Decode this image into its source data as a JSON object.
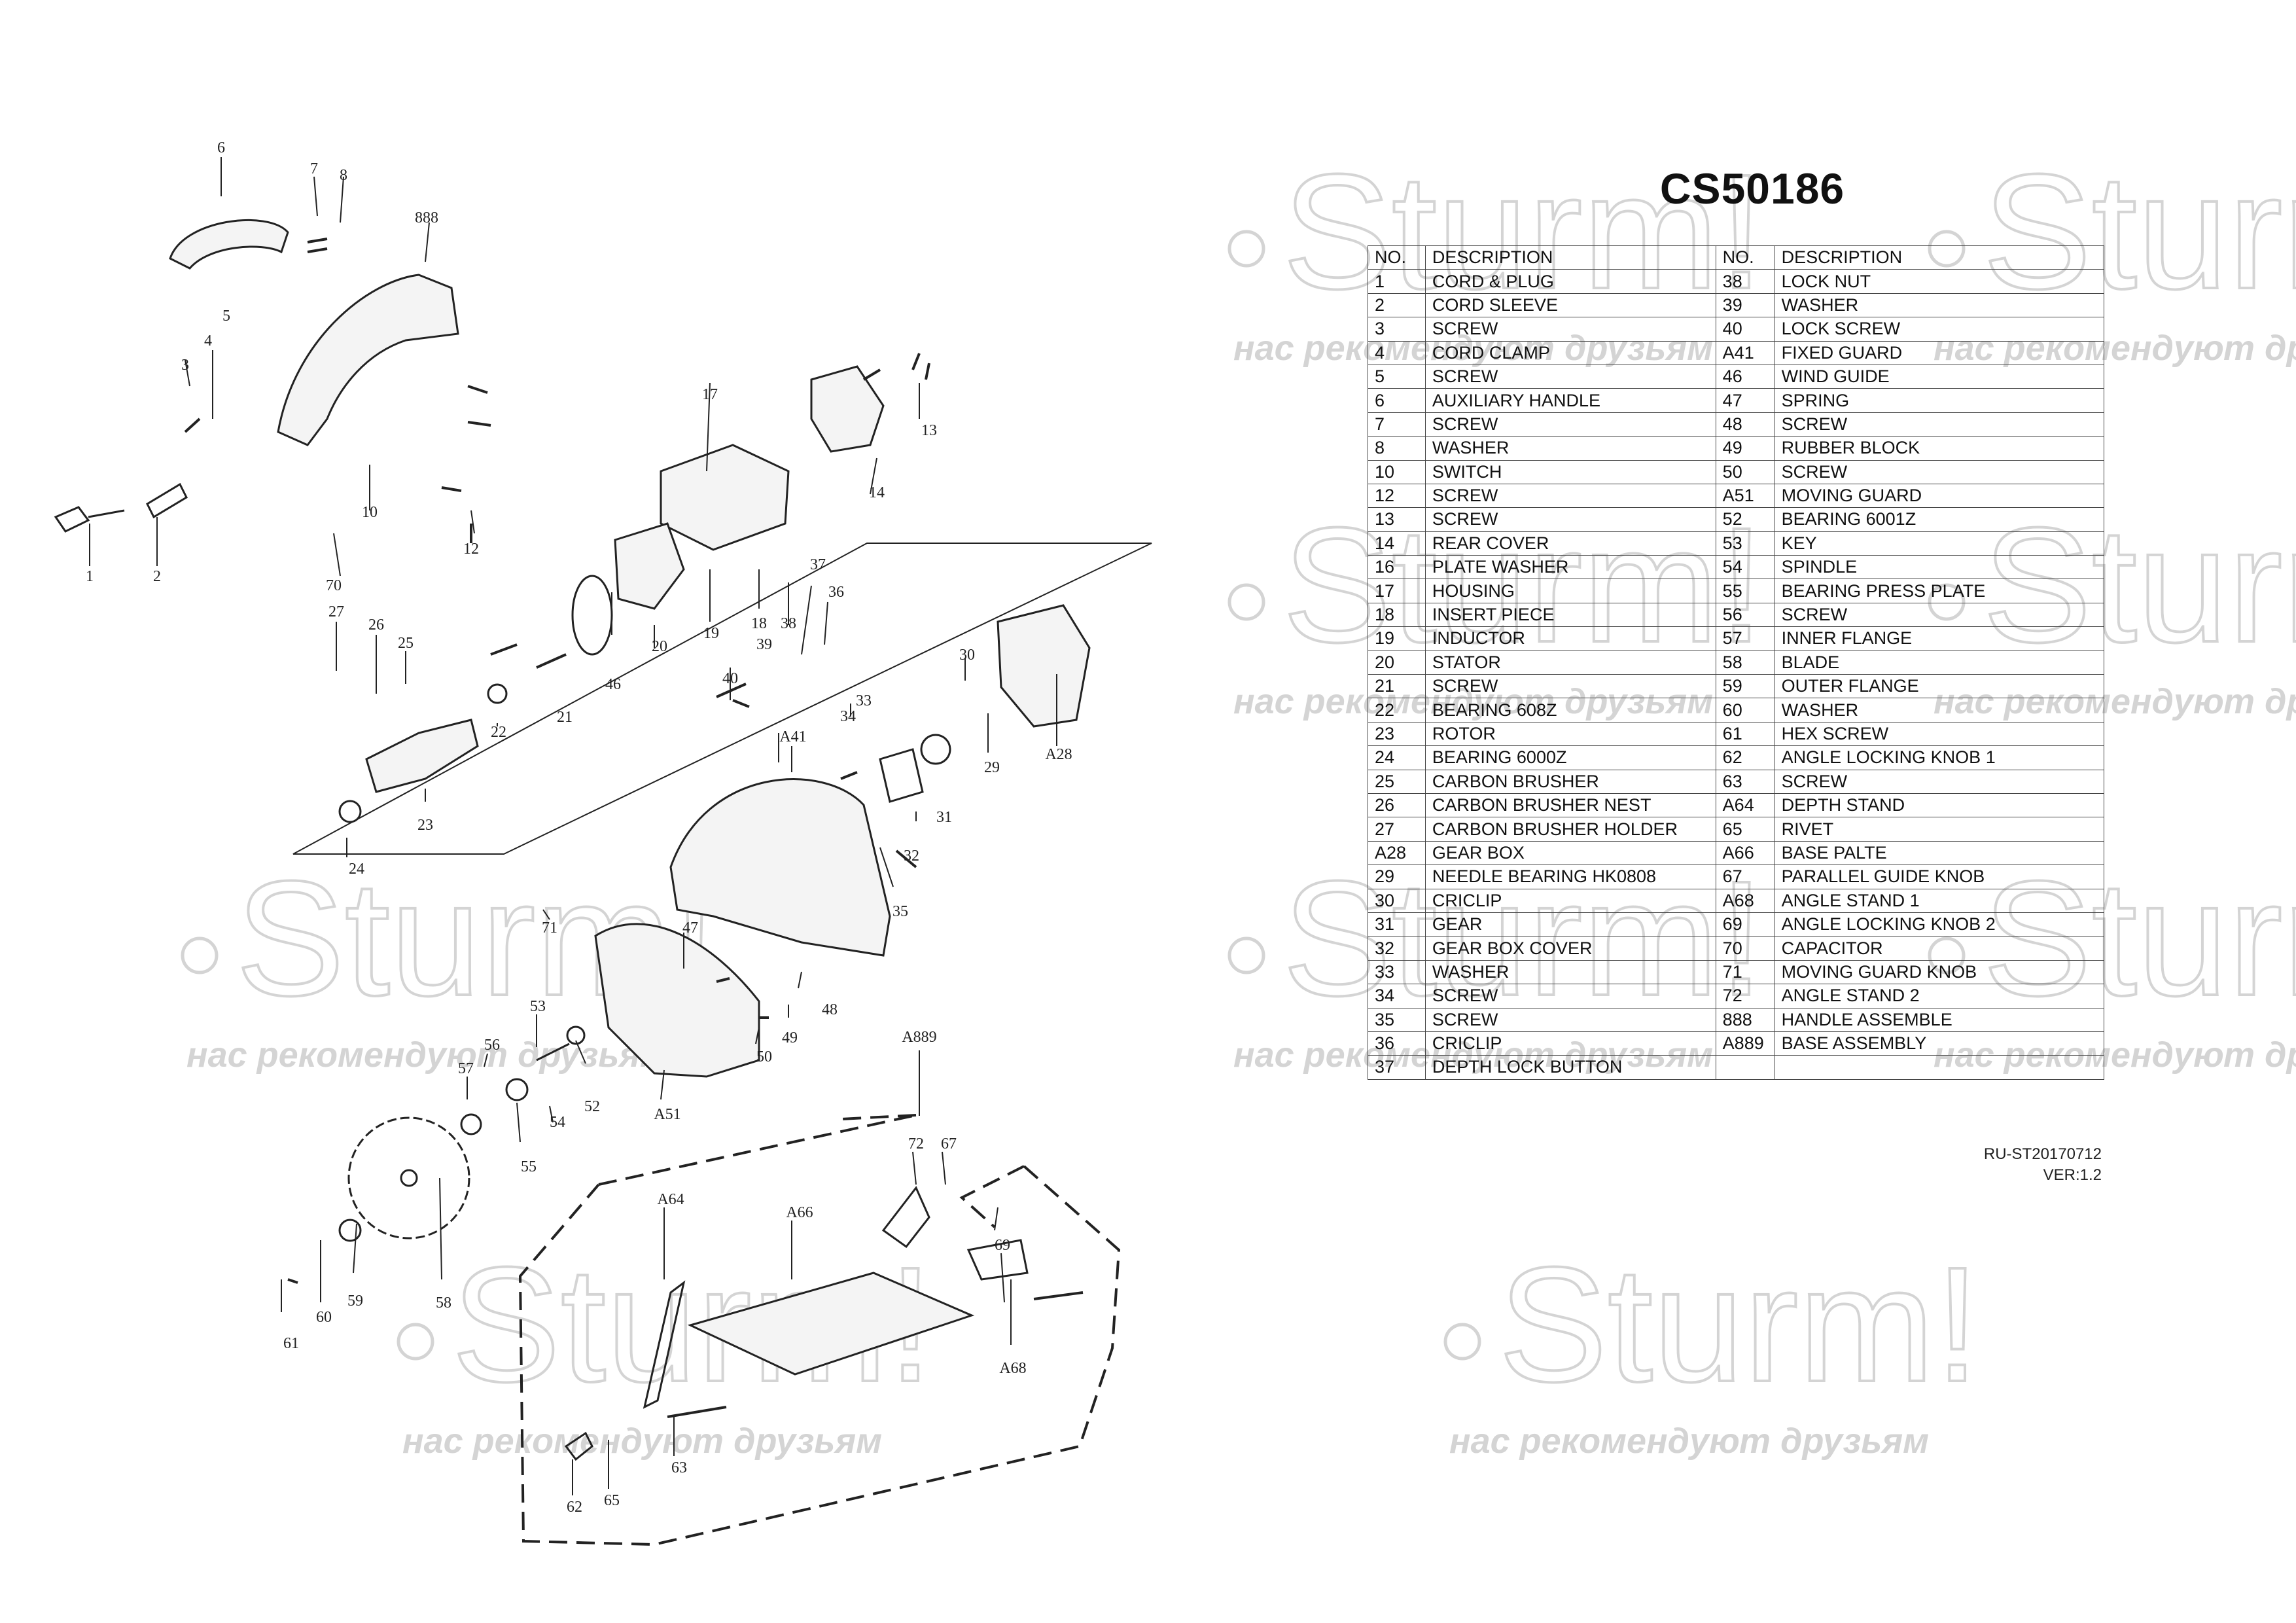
{
  "model": "CS50186",
  "table": {
    "headers": [
      "NO.",
      "DESCRIPTION",
      "NO.",
      "DESCRIPTION"
    ],
    "rows": [
      {
        "n1": "1",
        "d1": "CORD & PLUG",
        "n2": "38",
        "d2": "LOCK NUT"
      },
      {
        "n1": "2",
        "d1": "CORD SLEEVE",
        "n2": "39",
        "d2": "WASHER"
      },
      {
        "n1": "3",
        "d1": "SCREW",
        "n2": "40",
        "d2": "LOCK SCREW"
      },
      {
        "n1": "4",
        "d1": "CORD CLAMP",
        "n2": "A41",
        "d2": "FIXED GUARD"
      },
      {
        "n1": "5",
        "d1": "SCREW",
        "n2": "46",
        "d2": "WIND GUIDE"
      },
      {
        "n1": "6",
        "d1": "AUXILIARY HANDLE",
        "n2": "47",
        "d2": "SPRING"
      },
      {
        "n1": "7",
        "d1": "SCREW",
        "n2": "48",
        "d2": "SCREW"
      },
      {
        "n1": "8",
        "d1": "WASHER",
        "n2": "49",
        "d2": "RUBBER BLOCK"
      },
      {
        "n1": "10",
        "d1": "SWITCH",
        "n2": "50",
        "d2": "SCREW"
      },
      {
        "n1": "12",
        "d1": "SCREW",
        "n2": "A51",
        "d2": "MOVING GUARD"
      },
      {
        "n1": "13",
        "d1": "SCREW",
        "n2": "52",
        "d2": "BEARING 6001Z"
      },
      {
        "n1": "14",
        "d1": "REAR COVER",
        "n2": "53",
        "d2": "KEY"
      },
      {
        "n1": "16",
        "d1": "PLATE WASHER",
        "n2": "54",
        "d2": "SPINDLE"
      },
      {
        "n1": "17",
        "d1": "HOUSING",
        "n2": "55",
        "d2": "BEARING PRESS PLATE"
      },
      {
        "n1": "18",
        "d1": "INSERT PIECE",
        "n2": "56",
        "d2": "SCREW"
      },
      {
        "n1": "19",
        "d1": "INDUCTOR",
        "n2": "57",
        "d2": "INNER FLANGE"
      },
      {
        "n1": "20",
        "d1": "STATOR",
        "n2": "58",
        "d2": "BLADE"
      },
      {
        "n1": "21",
        "d1": "SCREW",
        "n2": "59",
        "d2": "OUTER FLANGE"
      },
      {
        "n1": "22",
        "d1": "BEARING 608Z",
        "n2": "60",
        "d2": "WASHER"
      },
      {
        "n1": "23",
        "d1": "ROTOR",
        "n2": "61",
        "d2": "HEX SCREW"
      },
      {
        "n1": "24",
        "d1": "BEARING 6000Z",
        "n2": "62",
        "d2": "ANGLE LOCKING KNOB 1"
      },
      {
        "n1": "25",
        "d1": "CARBON BRUSHER",
        "n2": "63",
        "d2": "SCREW"
      },
      {
        "n1": "26",
        "d1": "CARBON BRUSHER NEST",
        "n2": "A64",
        "d2": "DEPTH STAND"
      },
      {
        "n1": "27",
        "d1": "CARBON BRUSHER HOLDER",
        "n2": "65",
        "d2": "RIVET"
      },
      {
        "n1": "A28",
        "d1": "GEAR BOX",
        "n2": "A66",
        "d2": "BASE PALTE"
      },
      {
        "n1": "29",
        "d1": "NEEDLE BEARING HK0808",
        "n2": "67",
        "d2": "PARALLEL GUIDE KNOB"
      },
      {
        "n1": "30",
        "d1": "CRICLIP",
        "n2": "A68",
        "d2": "ANGLE STAND 1"
      },
      {
        "n1": "31",
        "d1": "GEAR",
        "n2": "69",
        "d2": "ANGLE LOCKING KNOB 2"
      },
      {
        "n1": "32",
        "d1": "GEAR BOX COVER",
        "n2": "70",
        "d2": "CAPACITOR"
      },
      {
        "n1": "33",
        "d1": "WASHER",
        "n2": "71",
        "d2": "MOVING GUARD KNOB"
      },
      {
        "n1": "34",
        "d1": "SCREW",
        "n2": "72",
        "d2": "ANGLE STAND 2"
      },
      {
        "n1": "35",
        "d1": "SCREW",
        "n2": "888",
        "d2": "HANDLE ASSEMBLE"
      },
      {
        "n1": "36",
        "d1": "CRICLIP",
        "n2": "A889",
        "d2": "BASE ASSEMBLY"
      },
      {
        "n1": "37",
        "d1": "DEPTH LOCK BUTTON",
        "n2": "",
        "d2": ""
      }
    ]
  },
  "footer": {
    "code": "RU-ST20170712",
    "version": "VER:1.2"
  },
  "watermark": {
    "brand": "Sturm!",
    "slogan": "нас рекомендуют друзьям",
    "color": "#d4d4d4"
  },
  "callouts": [
    "1",
    "2",
    "3",
    "4",
    "5",
    "6",
    "7",
    "8",
    "888",
    "10",
    "70",
    "12",
    "17",
    "13",
    "14",
    "27",
    "26",
    "25",
    "46",
    "20",
    "19",
    "18",
    "39",
    "38",
    "37",
    "36",
    "22",
    "21",
    "40",
    "33",
    "34",
    "30",
    "29",
    "A28",
    "23",
    "24",
    "A41",
    "31",
    "32",
    "35",
    "71",
    "47",
    "48",
    "49",
    "50",
    "53",
    "56",
    "57",
    "52",
    "A51",
    "54",
    "55",
    "A889",
    "72",
    "67",
    "A64",
    "A66",
    "69",
    "58",
    "59",
    "60",
    "61",
    "A68",
    "63",
    "62",
    "65"
  ]
}
